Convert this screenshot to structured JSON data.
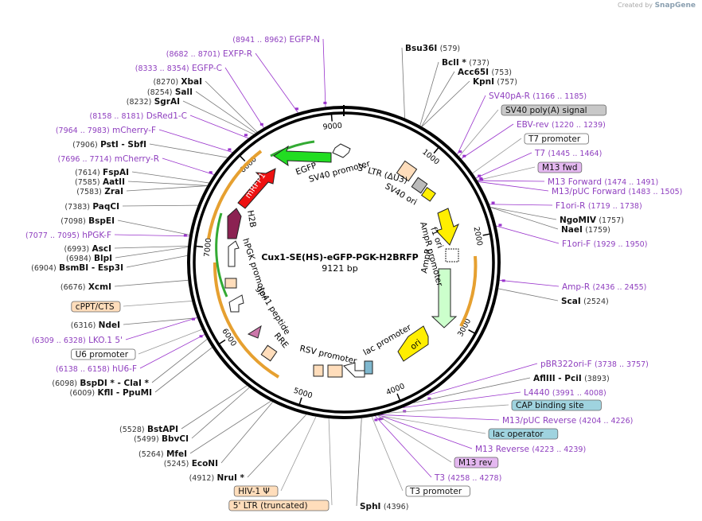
{
  "credit": {
    "prefix": "Created by",
    "brand": "SnapGene"
  },
  "plasmid": {
    "name": "Cux1-SE(HS)-eGFP-PGK-H2BRFP",
    "length_label": "9121 bp",
    "length": 9121
  },
  "ticks": [
    "1000",
    "2000",
    "3000",
    "4000",
    "5000",
    "6000",
    "7000",
    "8000",
    "9000"
  ],
  "features": {
    "egfp": "EGFP",
    "sv40_promoter": "SV40 promoter",
    "ltr3": "3' LTR (ΔU3)",
    "sv40_ori": "SV40 ori",
    "f1_ori": "f1 ori",
    "ampr_promoter": "AmpR promoter",
    "ampr": "AmpR",
    "ori": "ori",
    "lac_promoter": "lac promoter",
    "rsv_promoter": "RSV promoter",
    "rre": "RRE",
    "peptide": "gp41 peptide",
    "hpgk": "hPGK promoter",
    "h2b": "H2B",
    "mrfp1": "mRFP1"
  },
  "labels": {
    "EGFP-N": {
      "name": "EGFP-N",
      "pos": "(8941 .. 8962)"
    },
    "EXFP-R": {
      "name": "EXFP-R",
      "pos": "(8682 .. 8701)"
    },
    "EGFP-C": {
      "name": "EGFP-C",
      "pos": "(8333 .. 8354)"
    },
    "XbaI": {
      "name": "XbaI",
      "pos": "(8270)"
    },
    "SalI": {
      "name": "SalI",
      "pos": "(8254)"
    },
    "SgrAI": {
      "name": "SgrAI",
      "pos": "(8232)"
    },
    "DsRed1-C": {
      "name": "DsRed1-C",
      "pos": "(8158 .. 8181)"
    },
    "mCherry-F": {
      "name": "mCherry-F",
      "pos": "(7964 .. 7983)"
    },
    "PstI": {
      "name": "PstI  - SbfI",
      "pos": "(7906)"
    },
    "mCherry-R": {
      "name": "mCherry-R",
      "pos": "(7696 .. 7714)"
    },
    "FspAI": {
      "name": "FspAI",
      "pos": "(7614)"
    },
    "AatII": {
      "name": "AatII",
      "pos": "(7585)"
    },
    "ZraI": {
      "name": "ZraI",
      "pos": "(7583)"
    },
    "PaqCI": {
      "name": "PaqCI",
      "pos": "(7383)"
    },
    "BspEI": {
      "name": "BspEI",
      "pos": "(7098)"
    },
    "hPGK-F": {
      "name": "hPGK-F",
      "pos": "(7077 .. 7095)"
    },
    "AscI": {
      "name": "AscI",
      "pos": "(6993)"
    },
    "BlpI": {
      "name": "BlpI",
      "pos": "(6984)"
    },
    "BsmBI": {
      "name": "BsmBI  - Esp3I",
      "pos": "(6904)"
    },
    "XcmI": {
      "name": "XcmI",
      "pos": "(6676)"
    },
    "cPPT": {
      "name": "cPPT/CTS"
    },
    "NdeI": {
      "name": "NdeI",
      "pos": "(6316)"
    },
    "LKO": {
      "name": "LKO.1 5'",
      "pos": "(6309 .. 6328)"
    },
    "U6": {
      "name": "U6 promoter"
    },
    "hU6-F": {
      "name": "hU6-F",
      "pos": "(6138 .. 6158)"
    },
    "BspDI": {
      "name": "BspDI *  - ClaI *",
      "pos": "(6098)"
    },
    "KflI": {
      "name": "KflI  - PpuMI",
      "pos": "(6009)"
    },
    "BstAPI": {
      "name": "BstAPI",
      "pos": "(5528)"
    },
    "BbvCI": {
      "name": "BbvCI",
      "pos": "(5499)"
    },
    "MfeI": {
      "name": "MfeI",
      "pos": "(5264)"
    },
    "EcoNI": {
      "name": "EcoNI",
      "pos": "(5245)"
    },
    "NruI": {
      "name": "NruI *",
      "pos": "(4912)"
    },
    "HIV": {
      "name": "HIV-1 Ψ"
    },
    "LTR5": {
      "name": "5' LTR (truncated)"
    },
    "SphI": {
      "name": "SphI",
      "pos": "(4396)"
    },
    "Bsu36I": {
      "name": "Bsu36I",
      "pos": "(579)"
    },
    "BclI": {
      "name": "BclI *",
      "pos": "(737)"
    },
    "Acc65I": {
      "name": "Acc65I",
      "pos": "(753)"
    },
    "KpnI": {
      "name": "KpnI",
      "pos": "(757)"
    },
    "SV40pA-R": {
      "name": "SV40pA-R",
      "pos": "(1166 .. 1185)"
    },
    "SV40polyA": {
      "name": "SV40 poly(A) signal"
    },
    "EBV-rev": {
      "name": "EBV-rev",
      "pos": "(1220 .. 1239)"
    },
    "T7prom": {
      "name": "T7 promoter"
    },
    "T7": {
      "name": "T7",
      "pos": "(1445 .. 1464)"
    },
    "M13fwd": {
      "name": "M13 fwd"
    },
    "M13Forward": {
      "name": "M13 Forward",
      "pos": "(1474 .. 1491)"
    },
    "M13pUCFwd": {
      "name": "M13/pUC Forward",
      "pos": "(1483 .. 1505)"
    },
    "F1ori-R": {
      "name": "F1ori-R",
      "pos": "(1719 .. 1738)"
    },
    "NgoMIV": {
      "name": "NgoMIV",
      "pos": "(1757)"
    },
    "NaeI": {
      "name": "NaeI",
      "pos": "(1759)"
    },
    "F1ori-F": {
      "name": "F1ori-F",
      "pos": "(1929 .. 1950)"
    },
    "Amp-R": {
      "name": "Amp-R",
      "pos": "(2436 .. 2455)"
    },
    "ScaI": {
      "name": "ScaI",
      "pos": "(2524)"
    },
    "pBR322ori-F": {
      "name": "pBR322ori-F",
      "pos": "(3738 .. 3757)"
    },
    "AflIII": {
      "name": "AflIII  - PciI",
      "pos": "(3893)"
    },
    "L4440": {
      "name": "L4440",
      "pos": "(3991 .. 4008)"
    },
    "CAP": {
      "name": "CAP binding site"
    },
    "M13pUCRev": {
      "name": "M13/pUC Reverse",
      "pos": "(4204 .. 4226)"
    },
    "lacop": {
      "name": "lac operator"
    },
    "M13Reverse": {
      "name": "M13 Reverse",
      "pos": "(4223 .. 4239)"
    },
    "M13rev": {
      "name": "M13 rev"
    },
    "T3": {
      "name": "T3",
      "pos": "(4258 .. 4278)"
    },
    "T3prom": {
      "name": "T3 promoter"
    }
  },
  "colors": {
    "egfp": "#22dd22",
    "mrfp1": "#ee1111",
    "h2b": "#8b2252",
    "f1": "#ffee00",
    "ampr": "#ccffcc",
    "promoter": "#ffffff",
    "ltr": "#ffddbb",
    "primer": "#9933cc",
    "orf": "#e6a030"
  }
}
